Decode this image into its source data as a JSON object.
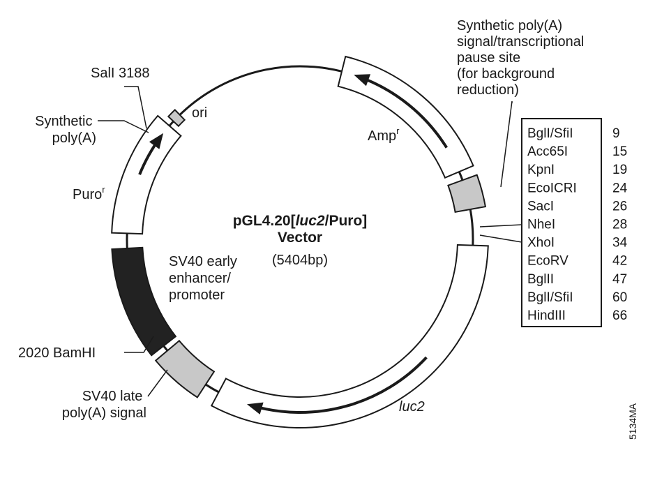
{
  "vector": {
    "name_prefix": "pGL4.20[",
    "name_gene": "luc2",
    "name_suffix": "/Puro]",
    "subtitle": "Vector",
    "size": "(5404bp)"
  },
  "features": {
    "amp": {
      "label": "Amp",
      "superscript": "r"
    },
    "puro": {
      "label": "Puro",
      "superscript": "r"
    },
    "luc2": {
      "label": "luc2"
    },
    "ori": {
      "label": "ori"
    },
    "sv40_promoter": {
      "lines": [
        "SV40 early",
        "enhancer/",
        "promoter"
      ]
    },
    "synthetic_polyA_left": {
      "lines": [
        "Synthetic",
        "poly(A)"
      ]
    },
    "synthetic_polyA_pause": {
      "lines": [
        "Synthetic poly(A)",
        "signal/transcriptional",
        "pause site",
        "(for background",
        "reduction)"
      ]
    },
    "sv40_late_polyA": {
      "lines": [
        "SV40 late",
        "poly(A) signal"
      ]
    },
    "sali": {
      "label": "SalI 3188"
    },
    "bamhi": {
      "label": "2020 BamHI"
    }
  },
  "mcs_sites": [
    {
      "name": "BglI/SfiI",
      "position": "9"
    },
    {
      "name": "Acc65I",
      "position": "15"
    },
    {
      "name": "KpnI",
      "position": "19"
    },
    {
      "name": "EcoICRI",
      "position": "24"
    },
    {
      "name": "SacI",
      "position": "26"
    },
    {
      "name": "NheI",
      "position": "28"
    },
    {
      "name": "XhoI",
      "position": "34"
    },
    {
      "name": "EcoRV",
      "position": "42"
    },
    {
      "name": "BglII",
      "position": "47"
    },
    {
      "name": "BglI/SfiI",
      "position": "60"
    },
    {
      "name": "HindIII",
      "position": "66"
    }
  ],
  "figure_code": "5134MA",
  "colors": {
    "ink": "#1a1a1a",
    "promoter_fill": "#222222",
    "polyA_fill": "#c8c8c8",
    "segment_fill": "#ffffff"
  }
}
